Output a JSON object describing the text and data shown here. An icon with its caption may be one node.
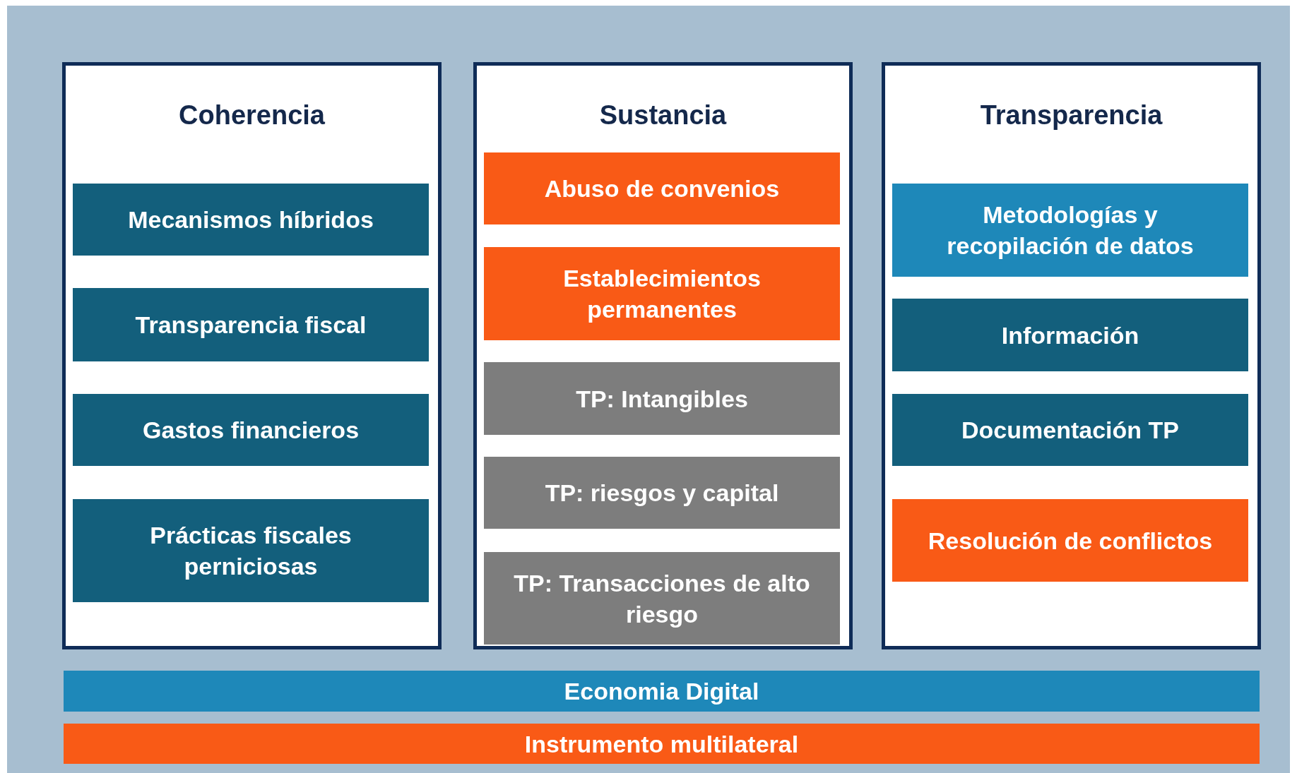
{
  "diagram": {
    "nodes": [
      {
        "text": [
          "Coherencia"
        ]
      },
      {
        "text": [
          "Mecanismos híbridos"
        ],
        "in": 0
      },
      {
        "text": [
          "Transparencia fiscal"
        ],
        "in": 0
      },
      {
        "text": [
          "Gastos financieros"
        ],
        "in": 0
      },
      {
        "text": [
          "Prácticas fiscales perniciosas"
        ],
        "in": 0
      },
      {
        "text": [
          "Sustancia"
        ]
      },
      {
        "text": [
          "Abuso de convenios"
        ],
        "in": 5
      },
      {
        "text": [
          "Establecimientos permanentes"
        ],
        "in": 5
      },
      {
        "text": [
          "TP: Intangibles"
        ],
        "in": 5
      },
      {
        "text": [
          "TP: riesgos y capital"
        ],
        "in": 5
      },
      {
        "text": [
          "TP: Transacciones de alto riesgo"
        ],
        "in": 5
      },
      {
        "text": [
          "Transparencia"
        ]
      },
      {
        "text": [
          "Metodologías y recopilación de datos"
        ],
        "in": 11
      },
      {
        "text": [
          "Información"
        ],
        "in": 11
      },
      {
        "text": [
          "Documentación TP"
        ],
        "in": 11
      },
      {
        "text": [
          "Resolución de conflictos"
        ],
        "in": 11
      },
      {
        "text": [
          "Economia Digital"
        ]
      },
      {
        "text": [
          "Instrumento multilateral"
        ]
      }
    ],
    "edges": []
  }
}
